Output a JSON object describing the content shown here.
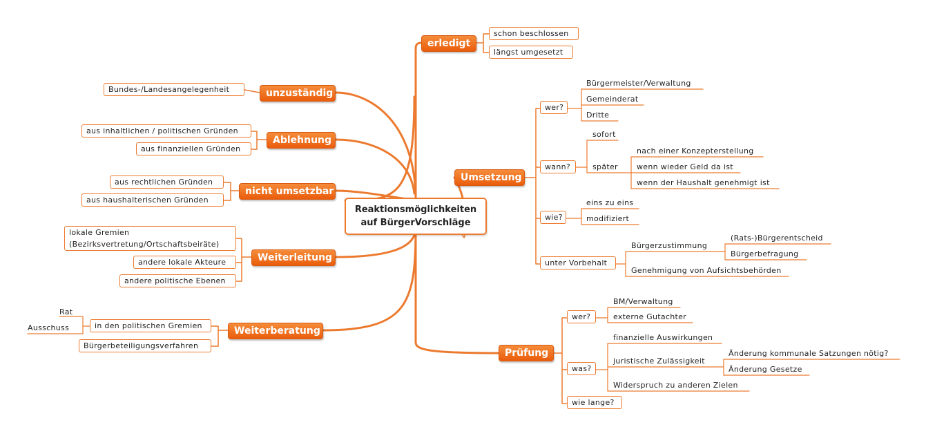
{
  "center": {
    "line1": "Reaktionsmöglichkeiten",
    "line2": "auf BürgerVorschläge"
  },
  "branches": {
    "erledigt": "erledigt",
    "schon_beschlossen": "schon beschlossen",
    "laengst_umgesetzt": "längst umgesetzt",
    "unzustaendig": "unzuständig",
    "bundes_landes": "Bundes-/Landesangelegenheit",
    "ablehnung": "Ablehnung",
    "inhaltlich": "aus inhaltlichen / politischen Gründen",
    "finanziell": "aus finanziellen Gründen",
    "nicht_umsetzbar": "nicht umsetzbar",
    "rechtlich": "aus rechtlichen Gründen",
    "haushalterisch": "aus haushalterischen Gründen",
    "weiterleitung": "Weiterleitung",
    "lokale_gremien_1": "lokale Gremien",
    "lokale_gremien_2": "(Bezirksvertretung/Ortschaftsbeiräte)",
    "andere_akteure": "andere lokale Akteure",
    "andere_ebenen": "andere politische Ebenen",
    "weiterberatung": "Weiterberatung",
    "pol_gremien": "in den politischen Gremien",
    "rat": "Rat",
    "ausschuss": "Ausschuss",
    "buergerbeteiligung": "Bürgerbeteiligungsverfahren",
    "umsetzung": "Umsetzung",
    "u_wer": "wer?",
    "buergermeister": "Bürgermeister/Verwaltung",
    "gemeinderat": "Gemeinderat",
    "dritte": "Dritte",
    "u_wann": "wann?",
    "sofort": "sofort",
    "spaeter": "später",
    "konzept": "nach einer Konzepterstellung",
    "geld": "wenn wieder Geld da ist",
    "haushalt": "wenn der Haushalt genehmigt ist",
    "u_wie": "wie?",
    "eins": "eins zu eins",
    "modifiziert": "modifiziert",
    "vorbehalt": "unter Vorbehalt",
    "zustimmung": "Bürgerzustimmung",
    "entscheid": "(Rats-)Bürgerentscheid",
    "befragung": "Bürgerbefragung",
    "aufsicht": "Genehmigung von Aufsichtsbehörden",
    "pruefung": "Prüfung",
    "p_wer": "wer?",
    "bm": "BM/Verwaltung",
    "gutachter": "externe Gutachter",
    "p_was": "was?",
    "fin_ausw": "finanzielle Auswirkungen",
    "juristisch": "juristische Zulässigkeit",
    "satzungen": "Änderung kommunale Satzungen nötig?",
    "gesetze": "Änderung Gesetze",
    "widerspruch": "Widerspruch zu anderen Zielen",
    "wie_lange": "wie lange?"
  },
  "colors": {
    "accent": "#ec7a2e",
    "main_top": "#f58c3a",
    "main_bottom": "#ea5d0c"
  }
}
